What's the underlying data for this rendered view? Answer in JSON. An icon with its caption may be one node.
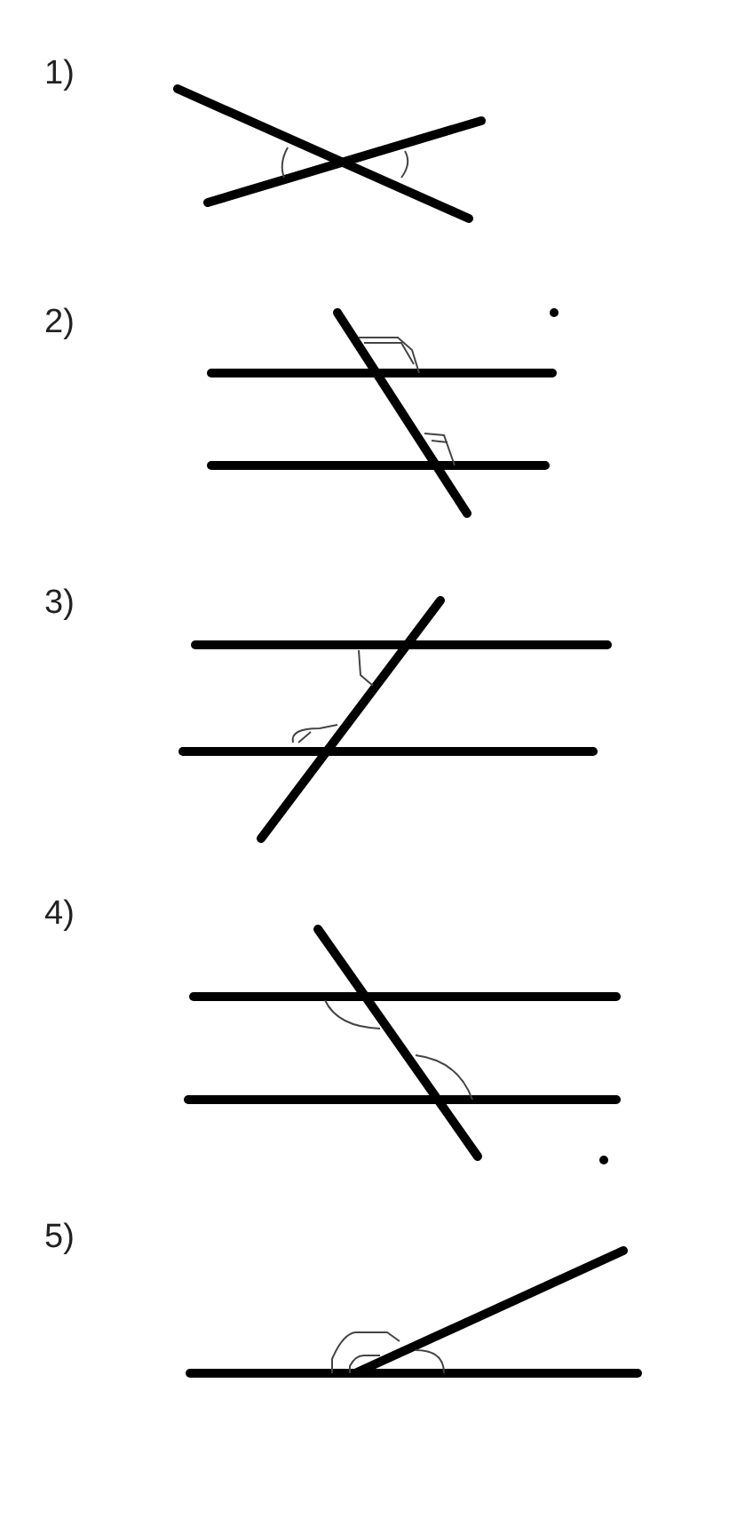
{
  "diagram": {
    "labels": [
      "1)",
      "2)",
      "3)",
      "4)",
      "5)"
    ]
  }
}
